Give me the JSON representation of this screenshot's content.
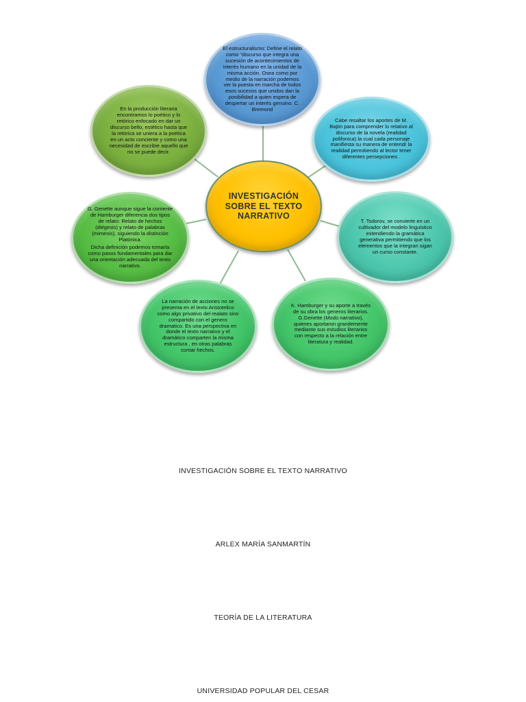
{
  "diagram": {
    "center": "INVESTIGACIÓN SOBRE EL TEXTO NARRATIVO",
    "nodes": {
      "top": "El estructuralismo: Define el relato como \"discurso que integra una sucesión de acontecimientos de interés humano en la unidad de la misma acción. Osea como por medio de la narración podemos ver la puesta en marcha de todos esos sucesos que unidos dan la posibilidad a quien espera de despertar un interés genuino. C. Bremond",
      "top_right": "Cabe resaltar  los aportes de M. Bajtin  para comprender lo relativo al discurso de la novela (realidad polifonica) la cual cada personaje manifiesta su manera de entendr la realidad permitiendo al lector tener diferentes persepciones .",
      "right": "T. Todorov, se convierte en un cultivador del modelo linguistico extendiendo la gramática generativa permitiendo que los elementos que la integran  sigan un curso constante.",
      "bottom_right_1": "K. Hamburger y  su aporte a través de su obra los generos literarios.",
      "bottom_right_2": "G.Genette (Modo narrativo), quienes aportaron grandemente mediante sus estudios literarios con respecto a la relación entre literatura y realidad.",
      "bottom_left": "La narración de acciones no se presenta en el texto Aristotelico como algo privativo del realato sino compartido con el genero dramatico. Es una perspectiva en donde el texto narrativo y el dramático comparten la misma estructura , en otras palabras contar hechos.",
      "left_1": "G. Genette aunque sigue la corriente de Hamburger diferencia  dos tipos de relato: Relato de hechos (diégesis) y relato de palabras (mimesis), siguiendo la distinción Platónica.",
      "left_2": "Dicha definición podemos tomarla como pasos fundamentales para dar una orientación adecuada del texto narrativo.",
      "top_left": "En la producción literaria encontramos lo poético y lo retórico enfocado en dar un discurso bello, estético hasta que la retórica se uniera a la poética en un acto conciente y como una necesidad de escribie aquello que no se puede decir."
    }
  },
  "captions": {
    "title": "INVESTIGACIÓN SOBRE EL TEXTO NARRATIVO",
    "author": "ARLEX MARÍA SANMARTÍN",
    "course": "TEORÍA DE LA LITERATURA",
    "university": "UNIVERSIDAD POPULAR DEL CESAR"
  },
  "colors": {
    "center": "#ffc000",
    "top": "#5b9bd5",
    "top_right": "#4bc4dc",
    "right": "#4cc7ad",
    "bottom_right": "#44c66a",
    "bottom_left": "#44c66a",
    "left": "#57be45",
    "top_left": "#7cb140",
    "connector": "#8fb88f"
  }
}
